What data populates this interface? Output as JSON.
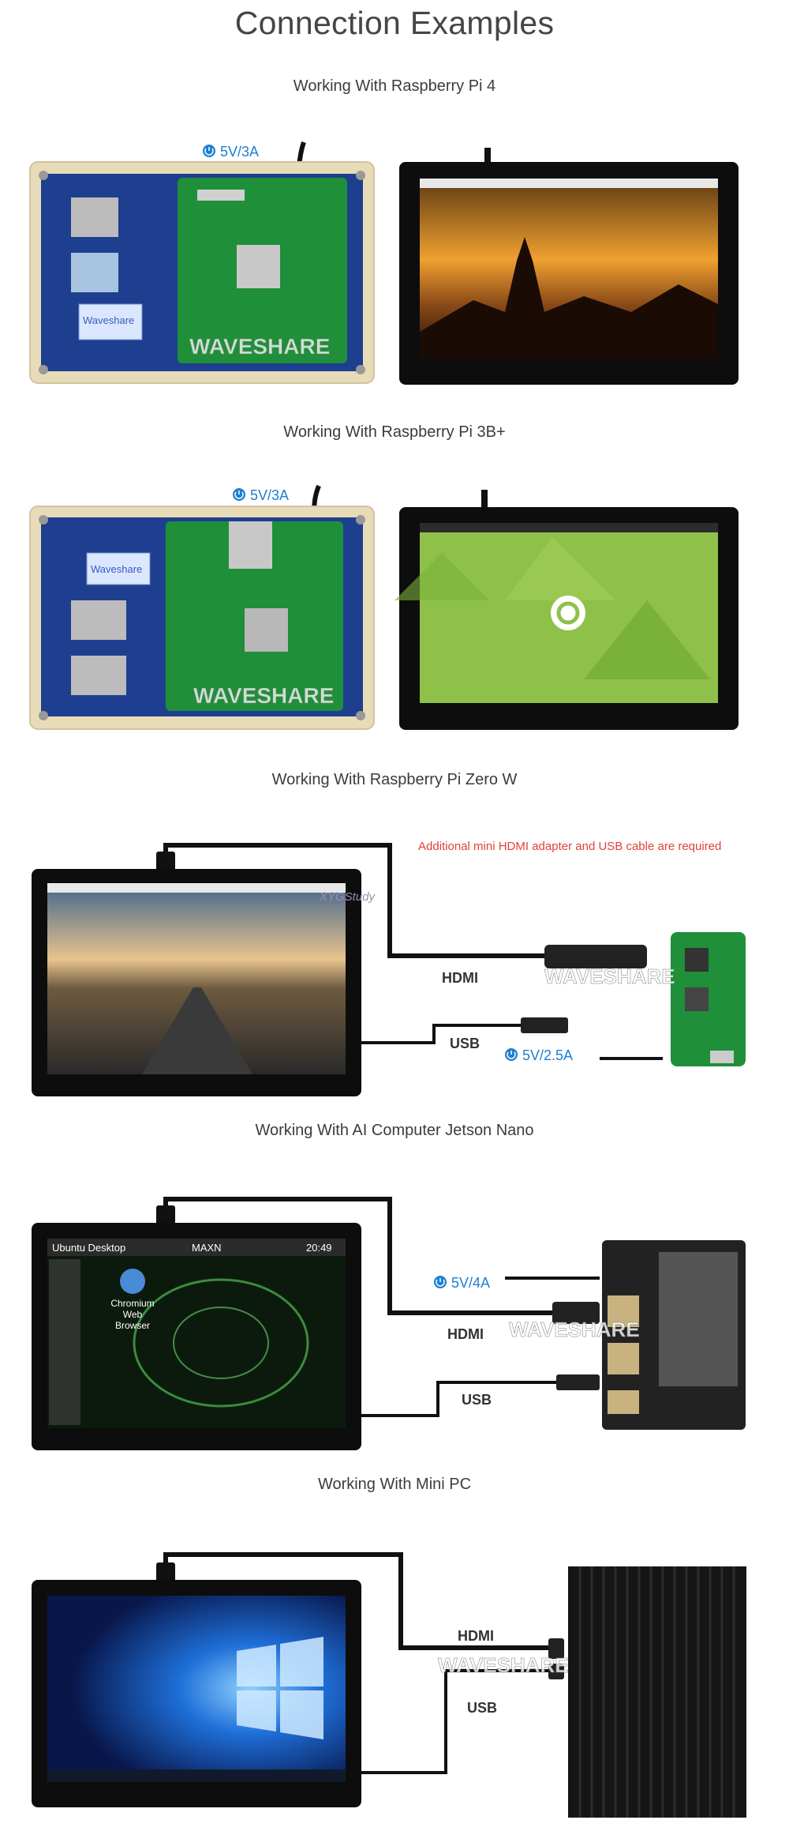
{
  "page": {
    "title": "Connection Examples"
  },
  "sections": [
    {
      "title": "Working With Raspberry Pi 4",
      "power_label": "5V/3A",
      "watermark": "WAVESHARE",
      "board_label": "Waveshare"
    },
    {
      "title": "Working With Raspberry Pi 3B+",
      "power_label": "5V/3A",
      "watermark": "WAVESHARE",
      "board_label": "Waveshare"
    },
    {
      "title": "Working With Raspberry Pi Zero W",
      "note": "Additional mini HDMI adapter and USB cable are required",
      "hdmi_label": "HDMI",
      "usb_label": "USB",
      "power_label": "5V/2.5A",
      "watermark": "WAVESHARE",
      "signature": "XYGStudy"
    },
    {
      "title": "Working With AI Computer Jetson Nano",
      "power_label": "5V/4A",
      "hdmi_label": "HDMI",
      "usb_label": "USB",
      "watermark": "WAVESHARE",
      "desktop": {
        "title": "Ubuntu Desktop",
        "mode": "MAXN",
        "time": "20:49",
        "app_label": [
          "Chromium",
          "Web",
          "Browser"
        ]
      }
    },
    {
      "title": "Working With Mini PC",
      "hdmi_label": "HDMI",
      "usb_label": "USB",
      "watermark": "WAVESHARE"
    }
  ],
  "colors": {
    "power_icon": "#1e7fcf",
    "note": "#e0413a",
    "cable": "#111111",
    "bezel": "#0d0d0d",
    "board_green": "#1f8f3a",
    "board_blue": "#1e3f8f"
  }
}
